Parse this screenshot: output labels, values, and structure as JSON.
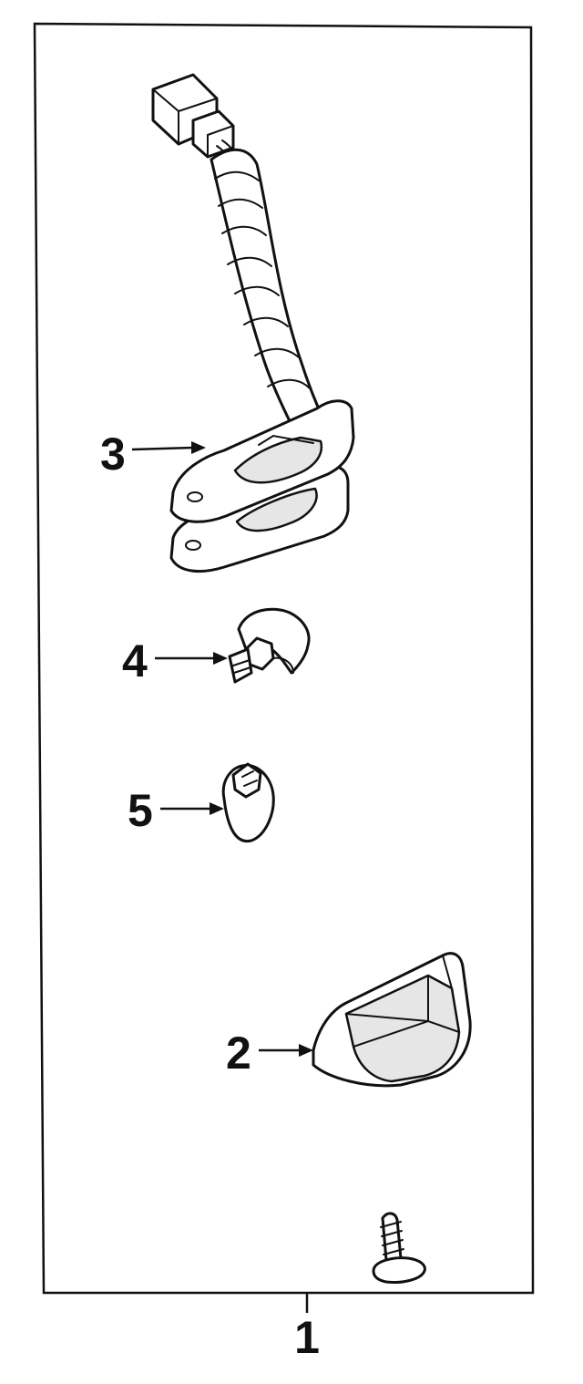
{
  "callouts": [
    {
      "id": "1",
      "label": "1"
    },
    {
      "id": "2",
      "label": "2"
    },
    {
      "id": "3",
      "label": "3"
    },
    {
      "id": "4",
      "label": "4"
    },
    {
      "id": "5",
      "label": "5"
    }
  ],
  "colors": {
    "line": "#111111",
    "background": "#ffffff",
    "shade": "#e6e6e6"
  },
  "icons": {
    "harness": "lamp-socket-harness-icon",
    "bulb_socket": "bulb-socket-icon",
    "bulb": "bulb-icon",
    "lamp": "license-lamp-icon",
    "screw": "screw-icon"
  }
}
